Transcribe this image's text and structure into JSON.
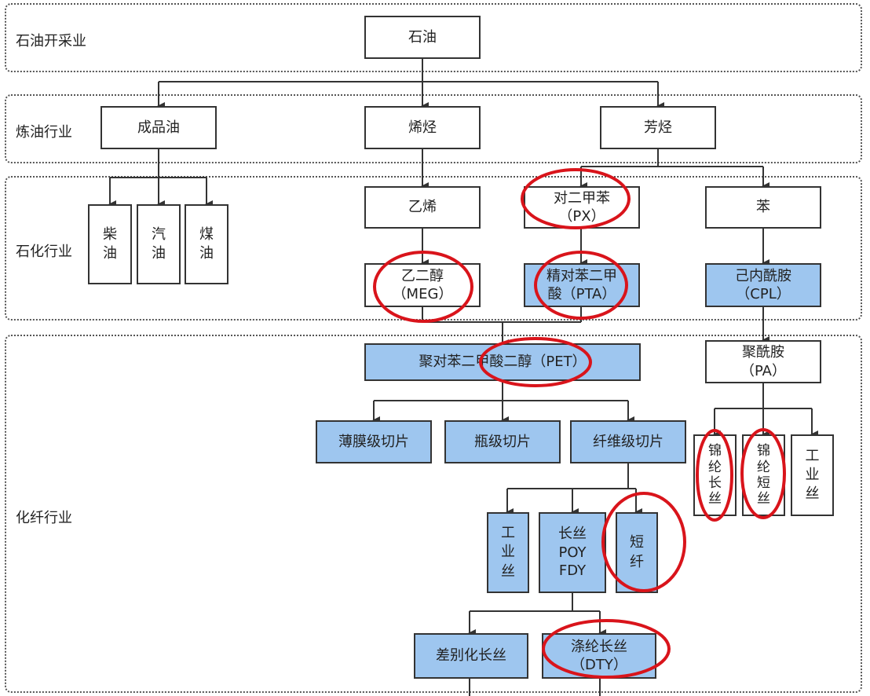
{
  "bands": [
    {
      "id": "oil-extraction",
      "label": "石油开采业"
    },
    {
      "id": "refining",
      "label": "炼油行业"
    },
    {
      "id": "petrochemical",
      "label": "石化行业"
    },
    {
      "id": "chemical-fiber",
      "label": "化纤行业"
    }
  ],
  "nodes": {
    "shiyou": "石油",
    "chengpinyou": "成品油",
    "xiting": "烯烃",
    "fangting": "芳烃",
    "chaiyou": "柴\n油",
    "qiyou": "汽\n油",
    "meiyou": "煤\n油",
    "yixi": "乙烯",
    "px": "对二甲苯\n（PX）",
    "ben": "苯",
    "meg": "乙二醇\n（MEG）",
    "pta": "精对苯二甲\n酸（PTA）",
    "cpl": "己内酰胺\n（CPL）",
    "pet": "聚对苯二甲酸二醇（PET）",
    "pa": "聚酰胺\n（PA）",
    "film_chip": "薄膜级切片",
    "bottle_chip": "瓶级切片",
    "fiber_chip": "纤维级切片",
    "nylon_filament": "锦\n纶\n长\n丝",
    "nylon_staple": "锦\n纶\n短\n丝",
    "industrial_yarn_pa": "工\n业\n丝",
    "industrial_yarn": "工\n业\n丝",
    "poy_fdy": "长丝\nPOY\nFDY",
    "staple_fiber": "短\n纤",
    "differential_filament": "差别化长丝",
    "dty": "涤纶长丝\n（DTY）"
  },
  "colors": {
    "highlight_fill": "#9ec6ef",
    "circle_annotation": "#d9141b",
    "line": "#333333"
  }
}
